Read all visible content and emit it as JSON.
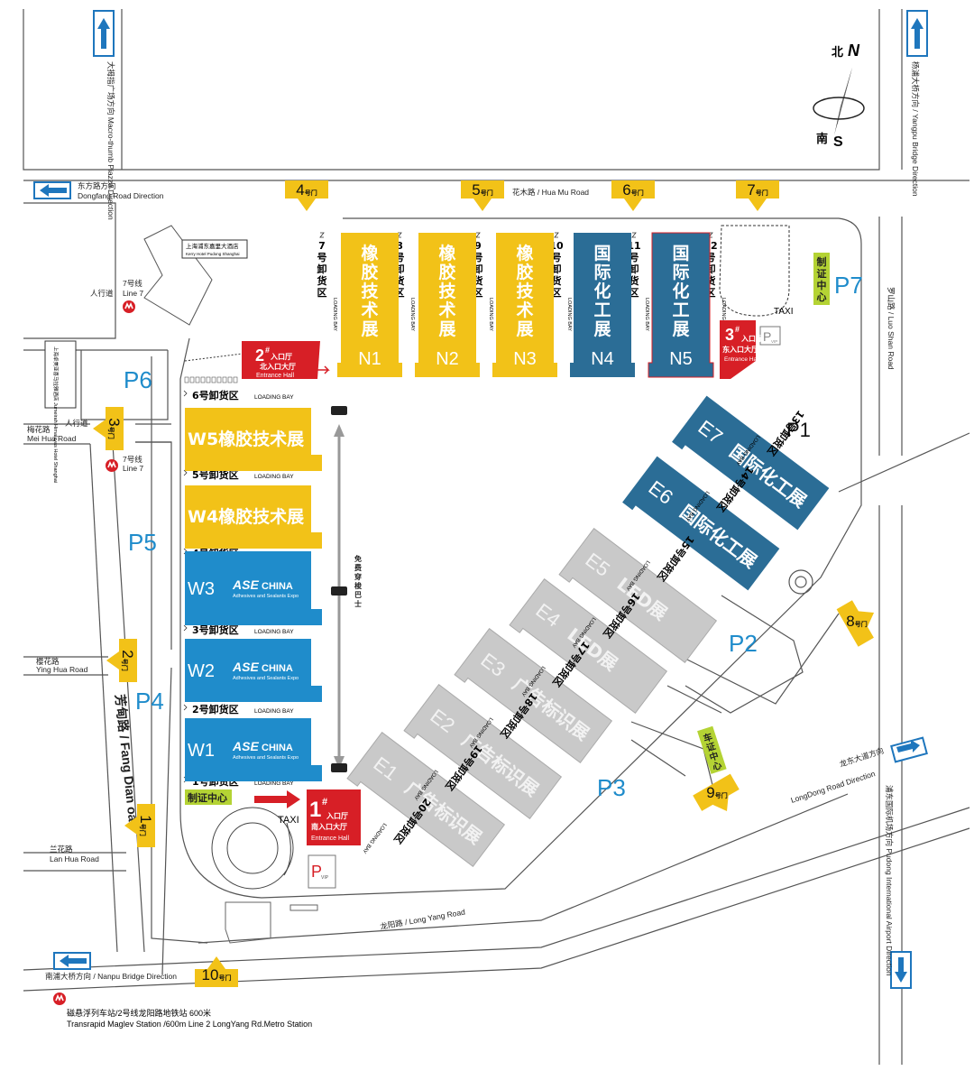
{
  "compass": {
    "north_cn": "北",
    "north": "N",
    "south_cn": "南",
    "south": "S"
  },
  "roads": {
    "macro_thumb": "大拇指广场方向 Macro-thumb Piazza Direction",
    "yangpu": "杨浦大桥方向 / Yangpu Bridge Direction",
    "dongfang_cn": "东方路方向",
    "dongfang_en": "Dongfang Road Direction",
    "hua_mu": "花木路 / Hua Mu Road",
    "luo_shan": "罗山路 / Luo Shan Road",
    "mei_hua_cn": "梅花路",
    "mei_hua_en": "Mei Hua Road",
    "ying_hua_cn": "樱花路",
    "ying_hua_en": "Ying Hua Road",
    "lan_hua_cn": "兰花路",
    "lan_hua_en": "Lan Hua Road",
    "fang_dian": "芳甸路 / Fang Dian oad",
    "long_yang": "龙阳路 / Long Yang Road",
    "longdong_cn": "龙东大道方向",
    "longdong_en": "LongDong Road Direction",
    "pudong_airport": "浦东国际机场方向 Pudong International Airport Direction",
    "nanpu": "南浦大桥方向 / Nanpu Bridge Direction",
    "sidewalk": "人行道",
    "line7_cn": "7号线",
    "line7_en": "Line 7"
  },
  "buildings": {
    "kerry_cn": "上海浦东嘉里大酒店",
    "kerry_en": "Kerry Hotel Pudong Shanghai",
    "jumeirah": "上海卓美亚喜马拉雅酒店 Jumeirah Himalayas Hotel Shanghai"
  },
  "gates": [
    {
      "num": "1",
      "suffix": "号门"
    },
    {
      "num": "2",
      "suffix": "号门"
    },
    {
      "num": "3",
      "suffix": "号门"
    },
    {
      "num": "4",
      "suffix": "号门"
    },
    {
      "num": "5",
      "suffix": "号门"
    },
    {
      "num": "6",
      "suffix": "号门"
    },
    {
      "num": "7",
      "suffix": "号门"
    },
    {
      "num": "8",
      "suffix": "号门"
    },
    {
      "num": "9",
      "suffix": "号门"
    },
    {
      "num": "10",
      "suffix": "号门"
    }
  ],
  "parking": [
    "P1",
    "P2",
    "P3",
    "P4",
    "P5",
    "P6",
    "P7"
  ],
  "north_halls": [
    {
      "name": "N1",
      "cn": [
        "橡",
        "胶",
        "技",
        "术",
        "展"
      ],
      "color": "#f2c218"
    },
    {
      "name": "N2",
      "cn": [
        "橡",
        "胶",
        "技",
        "术",
        "展"
      ],
      "color": "#f2c218"
    },
    {
      "name": "N3",
      "cn": [
        "橡",
        "胶",
        "技",
        "术",
        "展"
      ],
      "color": "#f2c218"
    },
    {
      "name": "N4",
      "cn": [
        "国",
        "际",
        "化",
        "工",
        "展"
      ],
      "color": "#2b6d96"
    },
    {
      "name": "N5",
      "cn": [
        "国",
        "际",
        "化",
        "工",
        "展"
      ],
      "color": "#2b6d96"
    }
  ],
  "north_bays": [
    {
      "cn": [
        "7",
        "号",
        "卸",
        "货",
        "区"
      ],
      "en": "LOADING BAY"
    },
    {
      "cn": [
        "8",
        "号",
        "卸",
        "货",
        "区"
      ],
      "en": "LOADING BAY"
    },
    {
      "cn": [
        "9",
        "号",
        "卸",
        "货",
        "区"
      ],
      "en": "LOADING BAY"
    },
    {
      "cn": [
        "10",
        "号",
        "卸",
        "货",
        "区"
      ],
      "en": "LOADING BAY"
    },
    {
      "cn": [
        "11",
        "号",
        "卸",
        "货",
        "区"
      ],
      "en": "LOADING BAY"
    },
    {
      "cn": [
        "12",
        "号",
        "卸",
        "货",
        "区"
      ],
      "en": "LOADING BAY"
    }
  ],
  "west_halls": [
    {
      "name": "W5",
      "label": "W5橡胶技术展"
    },
    {
      "name": "W4",
      "label": "W4橡胶技术展"
    },
    {
      "name": "W3",
      "ase": "ASE",
      "china": "CHINA",
      "sub": "Adhesives and Sealants Expo"
    },
    {
      "name": "W2",
      "ase": "ASE",
      "china": "CHINA",
      "sub": "Adhesives and Sealants Expo"
    },
    {
      "name": "W1",
      "ase": "ASE",
      "china": "CHINA",
      "sub": "Adhesives and Sealants Expo"
    }
  ],
  "west_bays": [
    {
      "cn": "6号卸货区",
      "en": "LOADING BAY"
    },
    {
      "cn": "5号卸货区",
      "en": "LOADING BAY"
    },
    {
      "cn": "4号卸货区",
      "en": "LOADING BAY"
    },
    {
      "cn": "3号卸货区",
      "en": "LOADING BAY"
    },
    {
      "cn": "2号卸货区",
      "en": "LOADING BAY"
    },
    {
      "cn": "1号卸货区",
      "en": "LOADING BAY"
    }
  ],
  "east_halls": [
    {
      "name": "E7",
      "label": "国际化工展",
      "color": "#2b6d96"
    },
    {
      "name": "E6",
      "label": "国际化工展",
      "color": "#2b6d96"
    },
    {
      "name": "E5",
      "label": "LED展",
      "color": "#c9c9c9"
    },
    {
      "name": "E4",
      "label": "LED展",
      "color": "#c9c9c9"
    },
    {
      "name": "E3",
      "label": "广告标识展",
      "color": "#c9c9c9"
    },
    {
      "name": "E2",
      "label": "广告标识展",
      "color": "#c9c9c9"
    },
    {
      "name": "E1",
      "label": "广告标识展",
      "color": "#c9c9c9"
    }
  ],
  "east_bays": [
    {
      "cn": "13号卸货区",
      "en": "LOADING BAY"
    },
    {
      "cn": "14号卸货区",
      "en": "LOADING BAY"
    },
    {
      "cn": "15号卸货区",
      "en": "LOADING BAY"
    },
    {
      "cn": "16号卸货区",
      "en": "LOADING BAY"
    },
    {
      "cn": "17号卸货区",
      "en": "LOADING BAY"
    },
    {
      "cn": "18号卸货区",
      "en": "LOADING BAY"
    },
    {
      "cn": "19号卸货区",
      "en": "LOADING BAY"
    },
    {
      "cn": "20号卸货区",
      "en": "LOADING BAY"
    }
  ],
  "entrances": {
    "e1": {
      "num": "1",
      "sup": "#",
      "cn1": "入口厅",
      "cn2": "南入口大厅",
      "en": "Entrance Hall"
    },
    "e2": {
      "num": "2",
      "sup": "#",
      "cn1": "入口厅",
      "cn2": "北入口大厅",
      "en": "Entrance Hall"
    },
    "e3": {
      "num": "3",
      "sup": "#",
      "cn1": "入口厅",
      "cn2": "东入口大厅",
      "en": "Entrance Hall"
    }
  },
  "misc": {
    "taxi": "TAXI",
    "vip_p": "P",
    "vip": "VIP",
    "badge_center": "制证中心",
    "badge_center_v": [
      "制",
      "证",
      "中",
      "心"
    ],
    "car_center_v": [
      "车",
      "证",
      "中",
      "心"
    ],
    "shuttle": [
      "免",
      "费",
      "穿",
      "梭",
      "巴",
      "士"
    ]
  },
  "metro": {
    "cn": "磁悬浮列车站/2号线龙阳路地铁站 600米",
    "en": "Transrapid Maglev Station /600m Line 2 LongYang Rd.Metro Station"
  },
  "colors": {
    "yellow": "#f2c218",
    "blue": "#1f8ccb",
    "darkblue": "#2b6d96",
    "grey": "#c9c9c9",
    "red": "#d71f26",
    "green": "#b4d334",
    "road_blue": "#1e76bd"
  }
}
